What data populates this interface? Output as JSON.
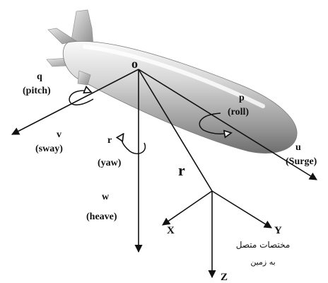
{
  "colors": {
    "background": "#ffffff",
    "ink": "#111111",
    "hull_light": "#f2f2f2",
    "hull_mid": "#c4c4c4",
    "hull_dark": "#6e6e6e"
  },
  "labels": {
    "origin": "o",
    "q": "q",
    "pitch": "(pitch)",
    "p": "p",
    "roll": "(roll)",
    "v": "v",
    "sway": "(sway)",
    "r_small": "r",
    "yaw": "(yaw)",
    "r_vector": "r",
    "u": "u",
    "surge": "(Surge)",
    "w": "w",
    "heave": "(heave)",
    "X": "X",
    "Y": "Y",
    "Z": "Z",
    "earth_frame_line1": "مختصات متصل",
    "earth_frame_line2": "به زمین"
  }
}
